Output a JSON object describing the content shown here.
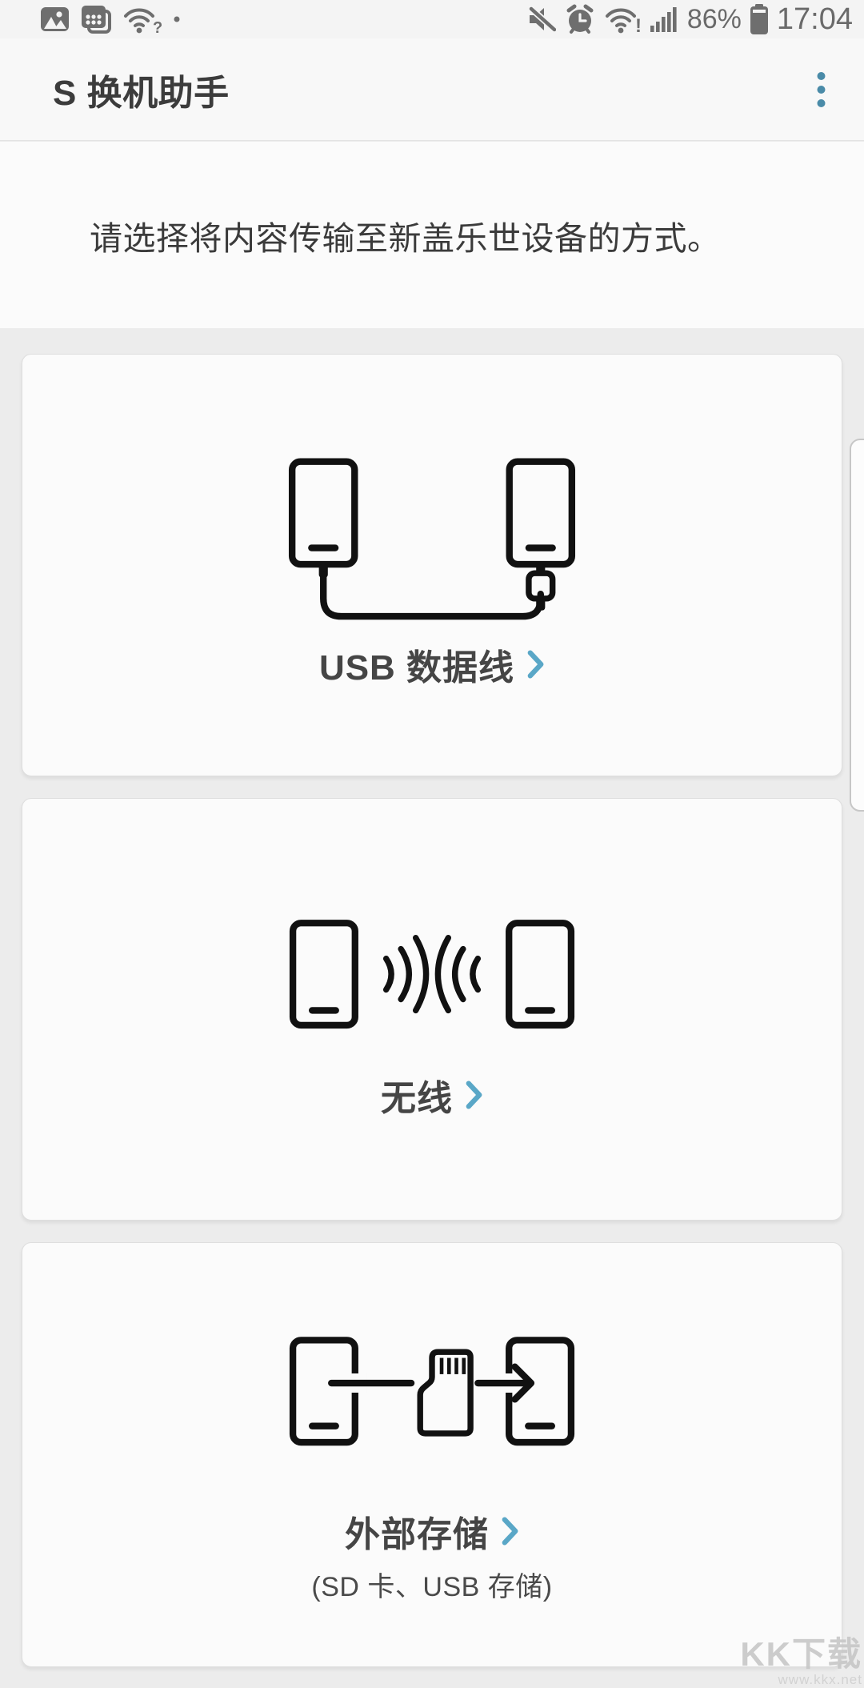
{
  "status_bar": {
    "time": "17:04",
    "battery_percent": "86%",
    "left_icons": [
      "gallery-icon",
      "schedule-icon",
      "wifi-question-icon",
      "notification-dot"
    ],
    "right_icons": [
      "mute-icon",
      "alarm-icon",
      "wifi-alert-icon",
      "signal-icon",
      "battery-icon"
    ]
  },
  "app_bar": {
    "title": "S 换机助手",
    "menu_icon": "more-options"
  },
  "intro": {
    "text": "请选择将内容传输至新盖乐世设备的方式。"
  },
  "options": [
    {
      "id": "usb-cable",
      "label": "USB 数据线",
      "icon": "usb-cable-phones-icon"
    },
    {
      "id": "wireless",
      "label": "无线",
      "icon": "wireless-phones-icon"
    },
    {
      "id": "external-storage",
      "label": "外部存储",
      "sublabel": "(SD 卡、USB 存储)",
      "icon": "sd-card-transfer-icon"
    }
  ],
  "watermark": {
    "title": "KK下载",
    "url": "www.kkx.net"
  },
  "colors": {
    "accent_chevron": "#5aa7c7",
    "menu_dots": "#4a8ba8",
    "icon_stroke": "#111111",
    "title_text": "#3c3c3c",
    "status_icons": "#6e6e6e",
    "card_bg": "#fbfbfb",
    "page_bg": "#ececec"
  }
}
